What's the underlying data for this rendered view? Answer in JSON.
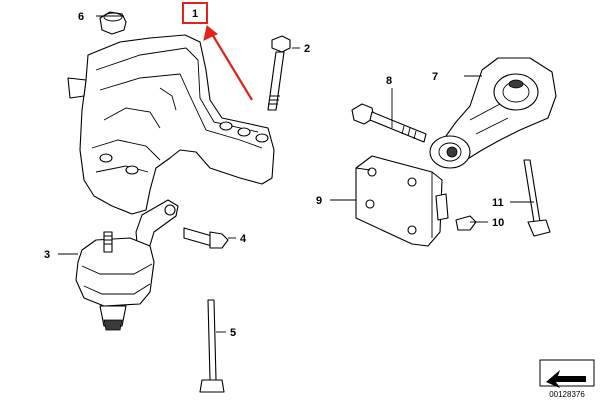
{
  "diagram": {
    "callouts": [
      {
        "id": "1",
        "label": "1"
      },
      {
        "id": "2",
        "label": "2"
      },
      {
        "id": "3",
        "label": "3"
      },
      {
        "id": "4",
        "label": "4"
      },
      {
        "id": "5",
        "label": "5"
      },
      {
        "id": "6",
        "label": "6"
      },
      {
        "id": "7",
        "label": "7"
      },
      {
        "id": "8",
        "label": "8"
      },
      {
        "id": "9",
        "label": "9"
      },
      {
        "id": "10",
        "label": "10"
      },
      {
        "id": "11",
        "label": "11"
      }
    ],
    "highlight": {
      "callout": "1",
      "color": "#e2231a"
    },
    "document_number": "00128376"
  }
}
